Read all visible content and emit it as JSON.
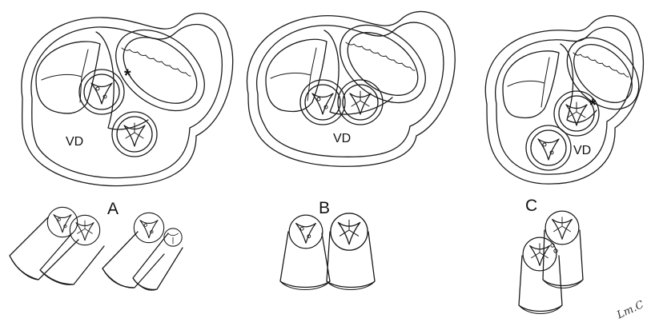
{
  "labels": {
    "vd": "VD",
    "asterisk": "*",
    "panel_a": "A",
    "panel_b": "B",
    "panel_c": "C",
    "signature": "Lm.C"
  }
}
